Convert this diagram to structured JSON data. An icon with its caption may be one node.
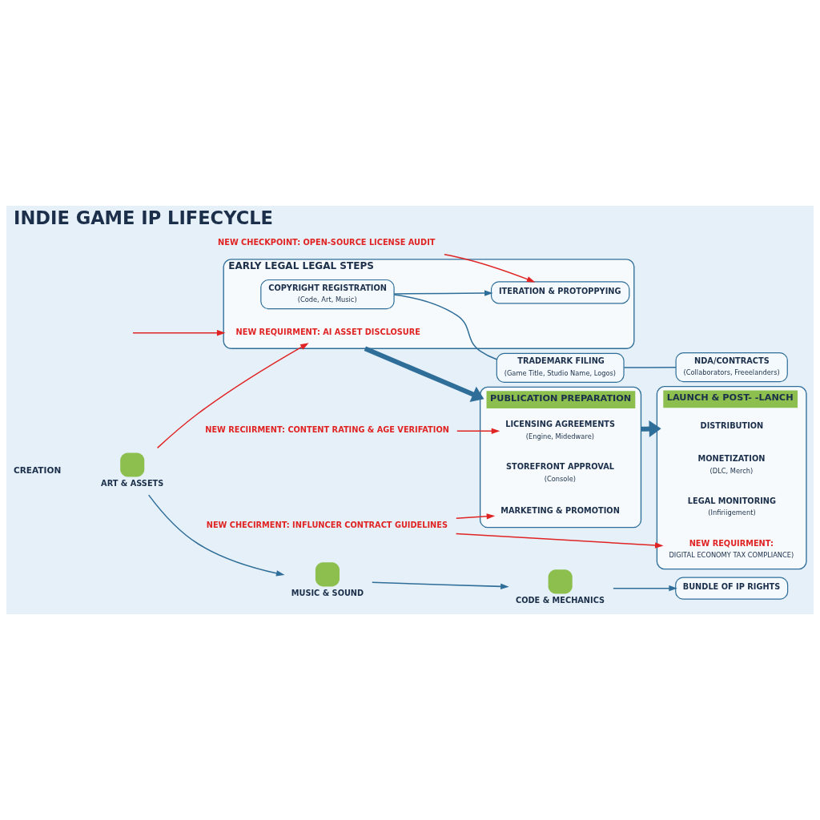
{
  "diagram": {
    "title": "INDIE GAME IP LIFECYCLE",
    "nodes": [
      {
        "text": [
          "ART & ASSETS"
        ]
      },
      {
        "text": [
          "MUSIC & SOUND"
        ]
      },
      {
        "text": [
          "CODE & MECHANICS"
        ]
      },
      {
        "text": [
          "BUNDLE OF IP RIGHTS"
        ]
      },
      {
        "text": [
          "EARLY LEGAL LEGAL STEPS"
        ]
      },
      {
        "text": [
          "NEW REQUIRMENT: AI ASSET DISCLOSURE"
        ],
        "in": 4
      },
      {
        "text": [
          "COPYRIGHT REGISTRATION",
          "(Code, Art, Music)"
        ],
        "in": 4
      },
      {
        "text": [
          "ITERATION & PROTOPPYING"
        ],
        "in": 4
      },
      {
        "text": [
          "TRADEMARK FILING",
          "(Game Title, Studio Name, Logos)"
        ]
      },
      {
        "text": [
          "NDA/CONTRACTS",
          "(Collaborators, Freeelanders)"
        ]
      },
      {
        "text": [
          "NEW CHECKPOINT: OPEN-SOURCE LICENSE AUDIT"
        ]
      },
      {
        "text": [
          "PUBLICATION PREPARATION"
        ]
      },
      {
        "text": [
          "LICENSING AGREEMENTS",
          "(Engine, Midedware)"
        ],
        "in": 11
      },
      {
        "text": [
          "STOREFRONT APPROVAL",
          "(Console)"
        ],
        "in": 11
      },
      {
        "text": [
          "MARKETING & PROMOTION"
        ],
        "in": 11
      },
      {
        "text": [
          "NEW RECIIRMENT: CONTENT RATING & AGE VERIFATION"
        ]
      },
      {
        "text": [
          "NEW CHECIRMENT: INFLUNCER CONTRACT GUIDELINES"
        ]
      },
      {
        "text": [
          "LAUNCH & POST- -LANCH"
        ]
      },
      {
        "text": [
          "DISTRIBUTION"
        ],
        "in": 17
      },
      {
        "text": [
          "MONETIZATION",
          "(DLC, Merch)"
        ],
        "in": 17
      },
      {
        "text": [
          "LEGAL MONITORING",
          "(Infiriigement)"
        ],
        "in": 17
      },
      {
        "text": [
          "NEW REQUIRMENT:",
          "DIGITAL ECONOMY TAX COMPLIANCE)"
        ],
        "in": 17
      }
    ],
    "edges": [
      {
        "from": 0,
        "to": 1,
        "arrow": "to"
      },
      {
        "from": 1,
        "to": 2,
        "arrow": "to"
      },
      {
        "from": 2,
        "to": 3,
        "arrow": "to"
      },
      {
        "from": 0,
        "to": 5,
        "arrow": "to",
        "color": "#e02424"
      },
      {
        "from": null,
        "to": 4,
        "arrow": "to",
        "color": "#e02424"
      },
      {
        "from": 6,
        "to": 7,
        "arrow": "to"
      },
      {
        "from": 6,
        "to": 8,
        "arrow": "none"
      },
      {
        "from": 8,
        "to": 9,
        "arrow": "none"
      },
      {
        "from": 10,
        "to": 7,
        "arrow": "to",
        "color": "#e02424"
      },
      {
        "from": 4,
        "to": 11,
        "arrow": "to",
        "style": "thick"
      },
      {
        "from": 15,
        "to": 12,
        "arrow": "to",
        "color": "#e02424"
      },
      {
        "from": 16,
        "to": 14,
        "arrow": "to",
        "color": "#e02424"
      },
      {
        "from": 11,
        "to": 17,
        "arrow": "to",
        "style": "thick"
      },
      {
        "from": 16,
        "to": 21,
        "arrow": "to",
        "color": "#e02424"
      }
    ],
    "labels": [
      "CREATION"
    ]
  }
}
